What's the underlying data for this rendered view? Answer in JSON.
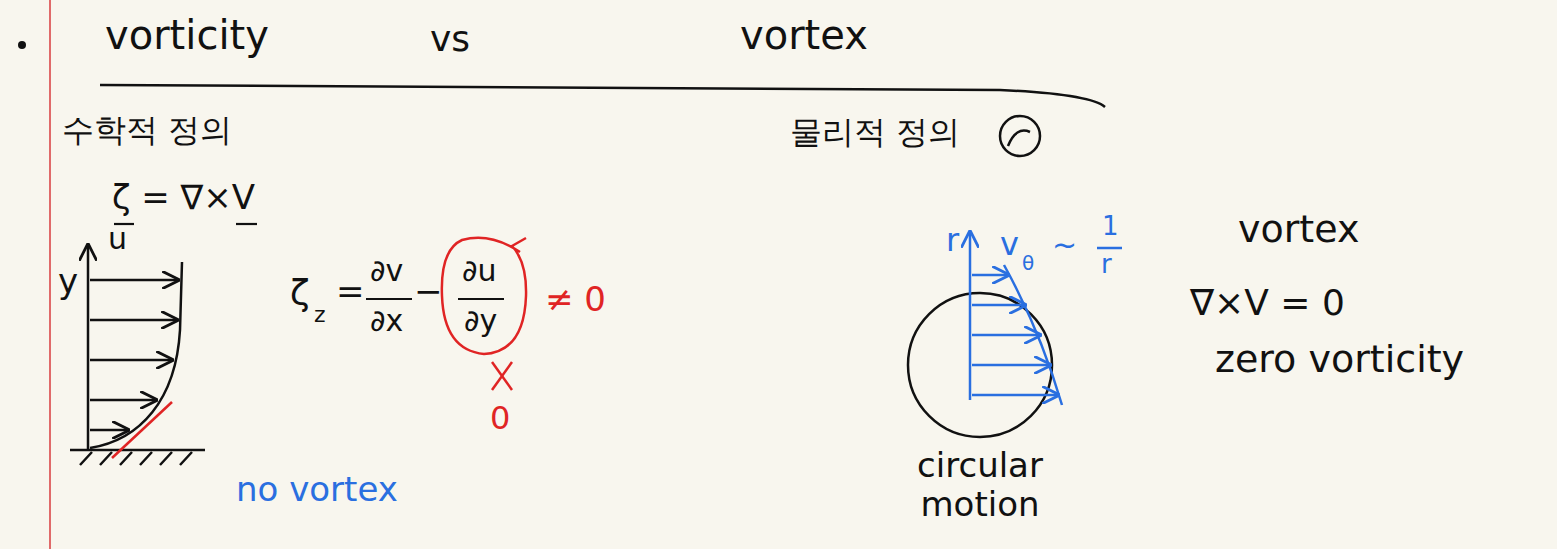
{
  "diagram": {
    "labels": [
      "vorticity",
      "vs",
      "vortex",
      "수학적 정의",
      "물리적 정의",
      "ζ = ∇×V",
      "y",
      "u",
      "ζ",
      "z",
      "=",
      "∂v",
      "∂x",
      "−",
      "∂u",
      "∂y",
      "≠ 0",
      "0",
      "no vortex",
      "r",
      "v",
      "θ",
      "~",
      "1",
      "r",
      "vortex",
      "∇×V = 0",
      "zero vorticity",
      "circular motion"
    ]
  }
}
